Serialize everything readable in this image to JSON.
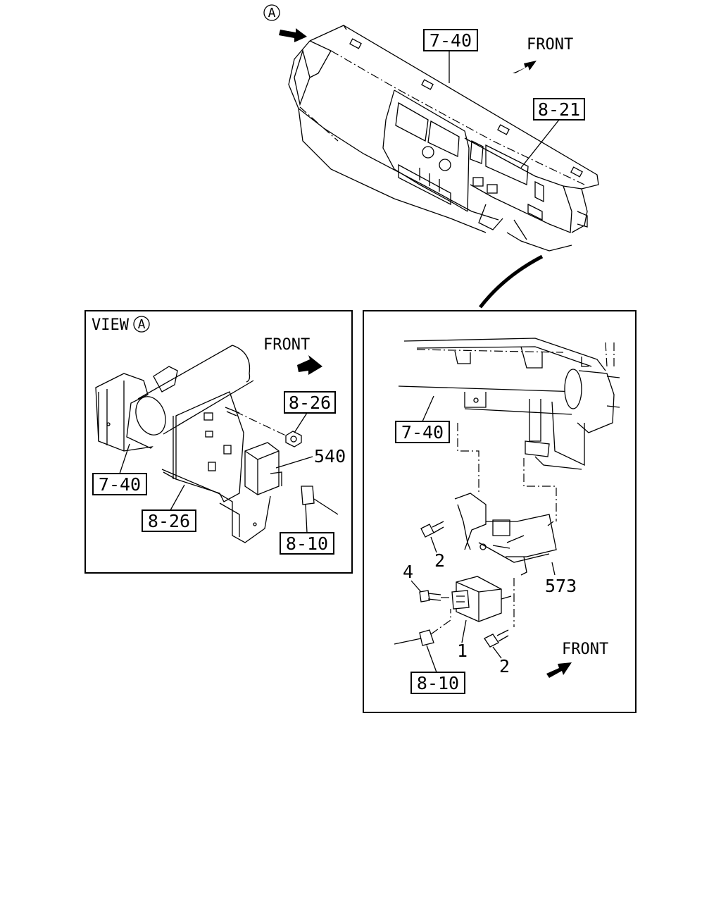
{
  "top": {
    "view_marker": "A",
    "ref_dashboard": "7-40",
    "ref_cluster": "8-21",
    "front_label": "FRONT"
  },
  "view_a": {
    "title": "VIEW",
    "title_marker": "A",
    "front_label": "FRONT",
    "ref_nut": "8-26",
    "part_relay": "540",
    "ref_frame": "7-40",
    "ref_bracket": "8-26",
    "ref_harness": "8-10"
  },
  "detail": {
    "ref_frame": "7-40",
    "part_bolt_upper": "2",
    "part_screw": "4",
    "part_bracket": "573",
    "part_unit": "1",
    "part_bolt_lower": "2",
    "front_label": "FRONT",
    "ref_harness": "8-10"
  }
}
